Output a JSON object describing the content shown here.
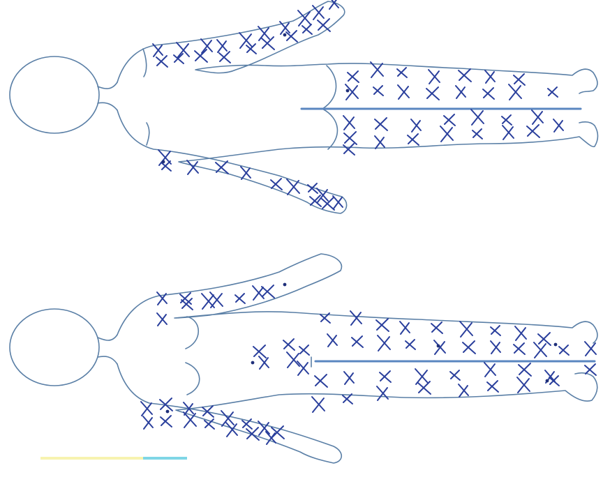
{
  "colors": {
    "outline": "#5a7fa6",
    "marker": "#2a3f9c",
    "midline": "#5a86c0",
    "highlight_yellow": "#f7f3b0",
    "highlight_cyan": "#7fd6e6"
  },
  "figures": [
    {
      "name": "upper-body-figure",
      "mark_symbol": "X"
    },
    {
      "name": "lower-body-figure",
      "mark_symbol": "X"
    }
  ]
}
